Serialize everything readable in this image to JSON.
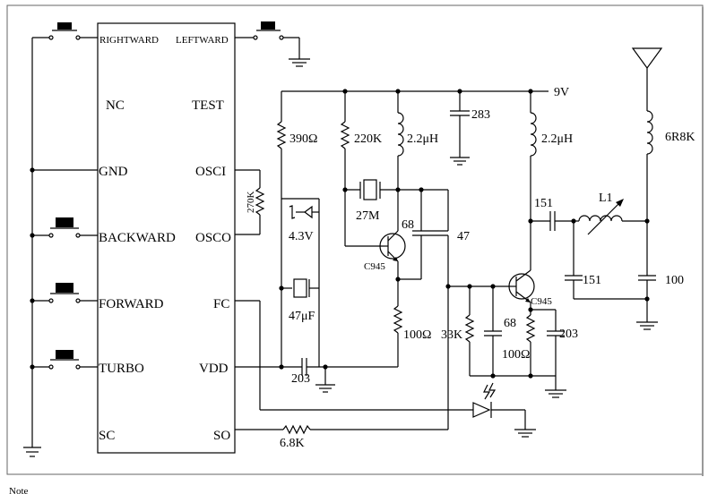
{
  "ic": {
    "pins_left": [
      "RIGHTWARD",
      "NC",
      "GND",
      "BACKWARD",
      "FORWARD",
      "TURBO",
      "SC"
    ],
    "pins_right": [
      "LEFTWARD",
      "TEST",
      "OSCI",
      "OSCO",
      "FC",
      "VDD",
      "SO"
    ]
  },
  "components": {
    "supply": "9V",
    "r_390": "390Ω",
    "r_220k": "220K",
    "l_1": "2.2μH",
    "c_283": "283",
    "l_2": "2.2μH",
    "r_270k": "270K",
    "zener": "4.3V",
    "crystal": "27M",
    "c_68a": "68",
    "c_47": "47",
    "q1": "C945",
    "c_47uf": "47μF",
    "r_100a": "100Ω",
    "c_203a": "203",
    "c_151a": "151",
    "l1": "L1",
    "c_151b": "151",
    "c_100": "100",
    "l_6r8k": "6R8K",
    "q2": "C945",
    "r_33k": "33K",
    "c_68b": "68",
    "r_100b": "100Ω",
    "c_203b": "203",
    "r_6_8k": "6.8K"
  },
  "footer": {
    "note": "Note"
  }
}
